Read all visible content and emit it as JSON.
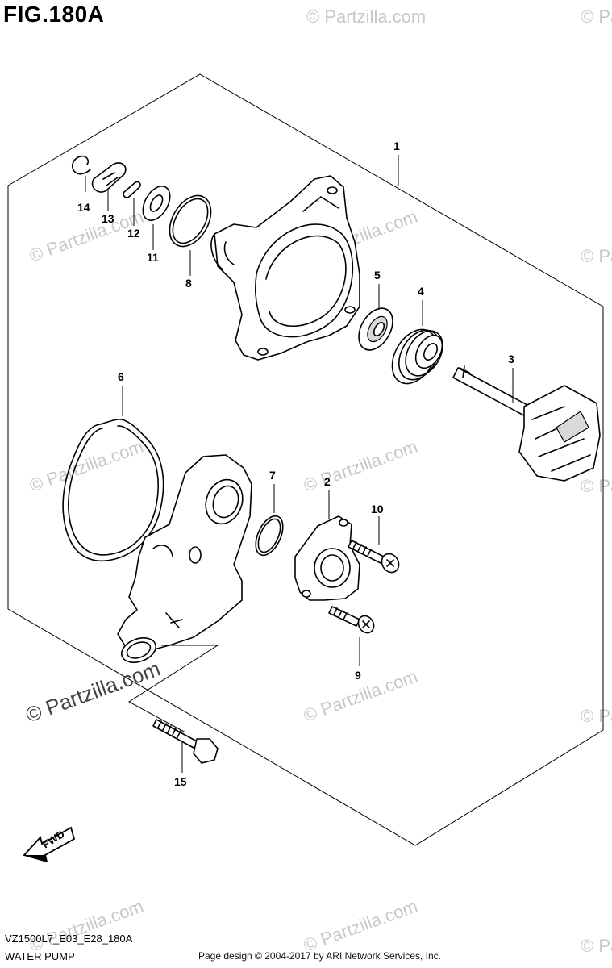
{
  "figure": {
    "title": "FIG.180A",
    "code": "VZ1500L7_E03_E28_180A",
    "section": "WATER PUMP"
  },
  "footer": {
    "text": "Page design © 2004-2017 by ARI Network Services, Inc."
  },
  "watermark": {
    "text": "© Partzilla.com"
  },
  "direction_arrow": {
    "label": "FWD"
  },
  "callouts": [
    "1",
    "2",
    "3",
    "4",
    "5",
    "6",
    "7",
    "8",
    "9",
    "10",
    "11",
    "12",
    "13",
    "14",
    "15"
  ]
}
